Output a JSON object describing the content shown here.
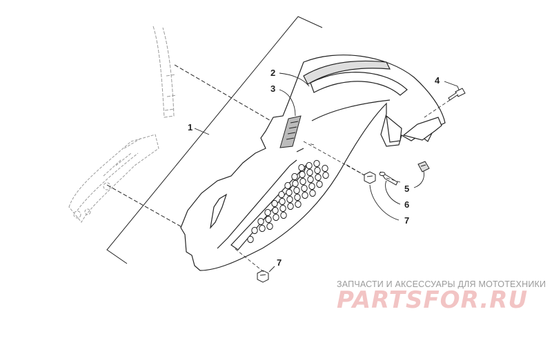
{
  "diagram": {
    "callouts": {
      "p1": "1",
      "p2": "2",
      "p3": "3",
      "p4": "4",
      "p5": "5",
      "p6": "6",
      "p7a": "7",
      "p7b": "7"
    }
  },
  "watermark": {
    "tagline": "ЗАПЧАСТИ И АКСЕССУАРЫ ДЛЯ МОТОТЕХНИКИ",
    "brand": "PARTSFOR.RU"
  },
  "colors": {
    "line": "#222222",
    "ghost_line": "#9a9a9a",
    "watermark_text": "#9a9a9a",
    "watermark_brand": "#f2c4c4"
  }
}
